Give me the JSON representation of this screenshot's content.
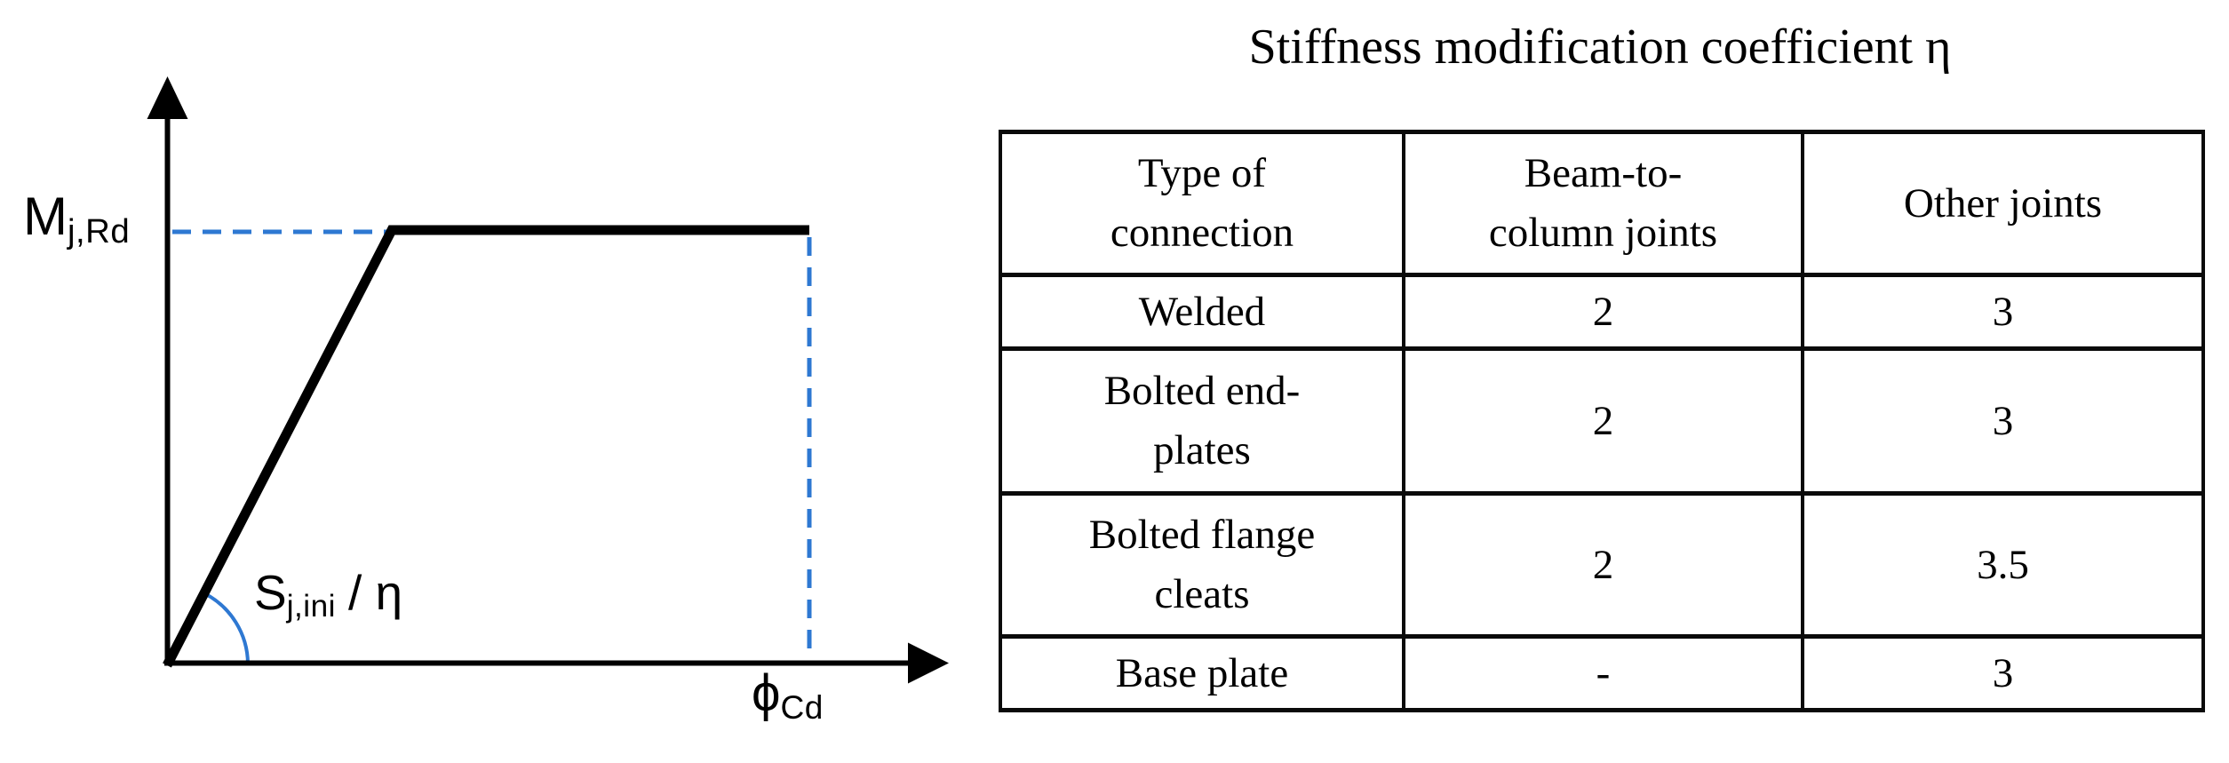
{
  "diagram": {
    "moment_label": {
      "base": "M",
      "sub": "j,Rd"
    },
    "stiffness_label": {
      "base": "S",
      "sub": "j,ini",
      "suffix": "/ η"
    },
    "rotation_label": {
      "base": "ϕ",
      "sub": "Cd"
    },
    "colors": {
      "curve": "#000000",
      "axes": "#000000",
      "dashed_guides": "#2e78d2",
      "angle_arc": "#2e78d2"
    }
  },
  "table": {
    "title": "Stiffness modification coefficient η",
    "headers": [
      "Type of\nconnection",
      "Beam-to-\ncolumn joints",
      "Other joints"
    ],
    "rows": [
      [
        "Welded",
        "2",
        "3"
      ],
      [
        "Bolted end-\nplates",
        "2",
        "3"
      ],
      [
        "Bolted flange\ncleats",
        "2",
        "3.5"
      ],
      [
        "Base plate",
        "-",
        "3"
      ]
    ]
  },
  "chart_data": {
    "type": "line",
    "title": "",
    "xlabel": "",
    "ylabel": "",
    "description": "Qualitative bilinear moment-rotation design curve of a joint; axes are unlabelled arrows (rotation ϕ horizontal, moment M vertical).",
    "series": [
      {
        "name": "M-ϕ design curve",
        "x_norm": [
          0,
          0.29,
          0.82
        ],
        "y_norm": [
          0,
          1.0,
          1.0
        ]
      }
    ],
    "annotations": [
      "M j,Rd : plateau moment level, marked by horizontal blue dashed guide from y-axis to knee",
      "S j,ini / η : slope of initial elastic branch, marked by blue angle arc at origin",
      "ϕ Cd : rotation at end of plateau, marked by vertical blue dashed guide down to x-axis"
    ],
    "legend": "none",
    "grid": false
  }
}
